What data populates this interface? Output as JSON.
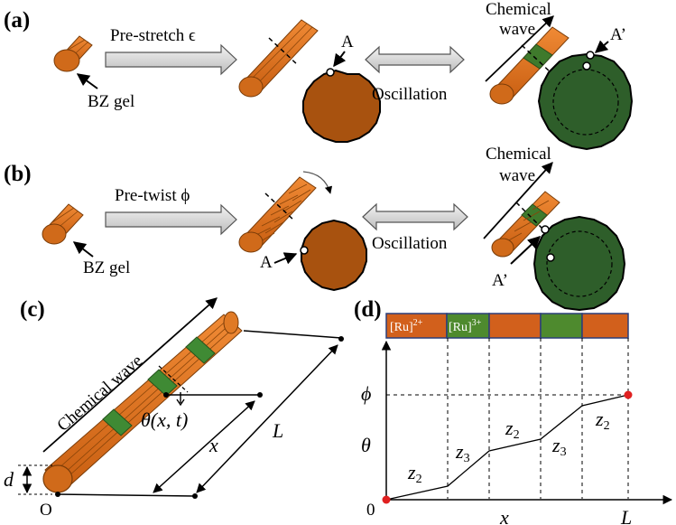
{
  "panels": {
    "a": {
      "label": "(a)",
      "step1": "Pre-stretch ϵ",
      "gel_label": "BZ gel",
      "point_before": "A",
      "point_after": "A’",
      "wave_line1": "Chemical",
      "wave_line2": "wave",
      "oscillation": "Oscillation"
    },
    "b": {
      "label": "(b)",
      "step1": "Pre-twist ϕ",
      "gel_label": "BZ gel",
      "point_before": "A",
      "point_after": "A’",
      "wave_line1": "Chemical",
      "wave_line2": "wave",
      "oscillation": "Oscillation"
    },
    "c": {
      "label": "(c)",
      "wave": "Chemical wave",
      "theta": "θ(x, t)",
      "length": "L",
      "position": "x",
      "diameter": "d",
      "origin": "O"
    },
    "d": {
      "label": "(d)",
      "band_ru2": "[Ru]",
      "band_ru2_sup": "2+",
      "band_ru3": "[Ru]",
      "band_ru3_sup": "3+",
      "y_label": "θ",
      "x_label": "x",
      "phi_label": "ϕ",
      "L_label": "L",
      "zero_label": "0",
      "z_labels": [
        "z",
        "z",
        "z",
        "z",
        "z"
      ],
      "z_subs": [
        "2",
        "3",
        "2",
        "3",
        "2"
      ]
    }
  },
  "colors": {
    "gel_orange": "#e0701f",
    "gel_dark": "#a8550e",
    "reduced_brown": "#a8520f",
    "oxidized_green": "#2e5e2a",
    "band_orange": "#d2601c",
    "band_green": "#4e8a2e",
    "endpoint_red": "#e02020"
  },
  "chart_data": {
    "type": "line",
    "segments": [
      "z2",
      "z3",
      "z2",
      "z3",
      "z2"
    ],
    "x_ticks": [
      "0",
      "L"
    ],
    "y_ticks": [
      "0",
      "ϕ"
    ]
  }
}
